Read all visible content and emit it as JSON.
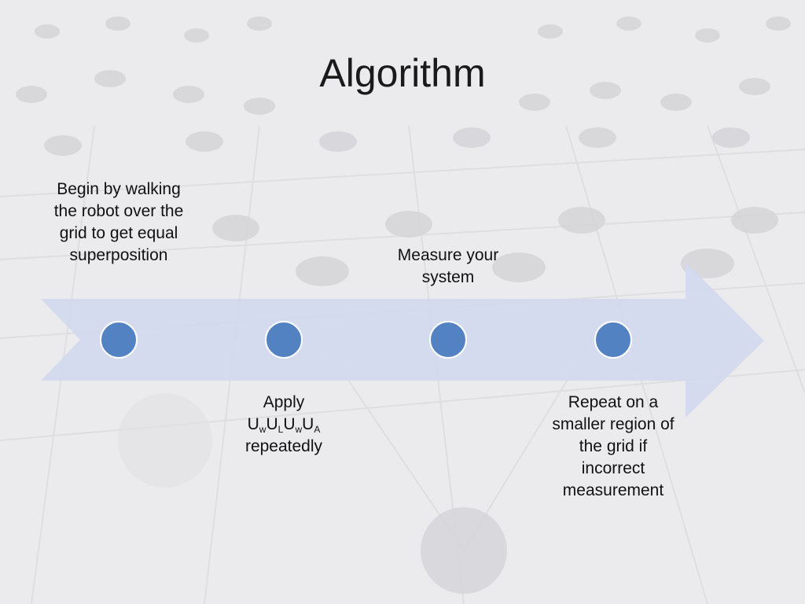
{
  "slide": {
    "title": "Algorithm",
    "accent_color": "#5282c1",
    "arrow_color": "#d3daee",
    "background_color": "#e9e9eb"
  },
  "steps": [
    {
      "text": "Begin by walking the robot over the grid to get equal superposition",
      "position": "above"
    },
    {
      "prefix": "Apply",
      "operator": [
        "U",
        "w",
        "U",
        "L",
        "U",
        "w",
        "U",
        "A"
      ],
      "suffix": "repeatedly",
      "position": "below"
    },
    {
      "text": "Measure your system",
      "position": "above"
    },
    {
      "text": "Repeat on a smaller region of the grid if incorrect measurement",
      "position": "below"
    }
  ]
}
